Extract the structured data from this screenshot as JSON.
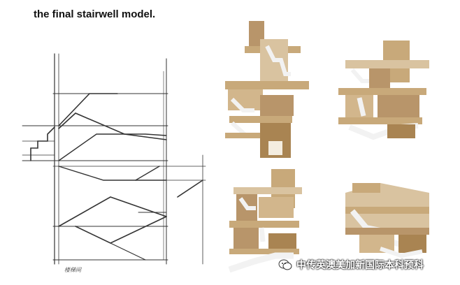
{
  "title": "the final stairwell model.",
  "sketch_caption": "楼梯间",
  "watermark": {
    "text": "中传英澳美加新国际本科预科",
    "icon": "wechat-icon"
  },
  "photos": [
    {
      "name": "stairwell-model-photo-front",
      "icon": "cardboard-model"
    },
    {
      "name": "stairwell-model-photo-side",
      "icon": "cardboard-model"
    },
    {
      "name": "stairwell-model-photo-back",
      "icon": "cardboard-model"
    },
    {
      "name": "stairwell-model-photo-top",
      "icon": "cardboard-model"
    }
  ],
  "colors": {
    "cardboard": "#c8a97a",
    "cardboard_dark": "#8a6a40",
    "foam": "#f2f2f2",
    "ink": "#333333"
  }
}
